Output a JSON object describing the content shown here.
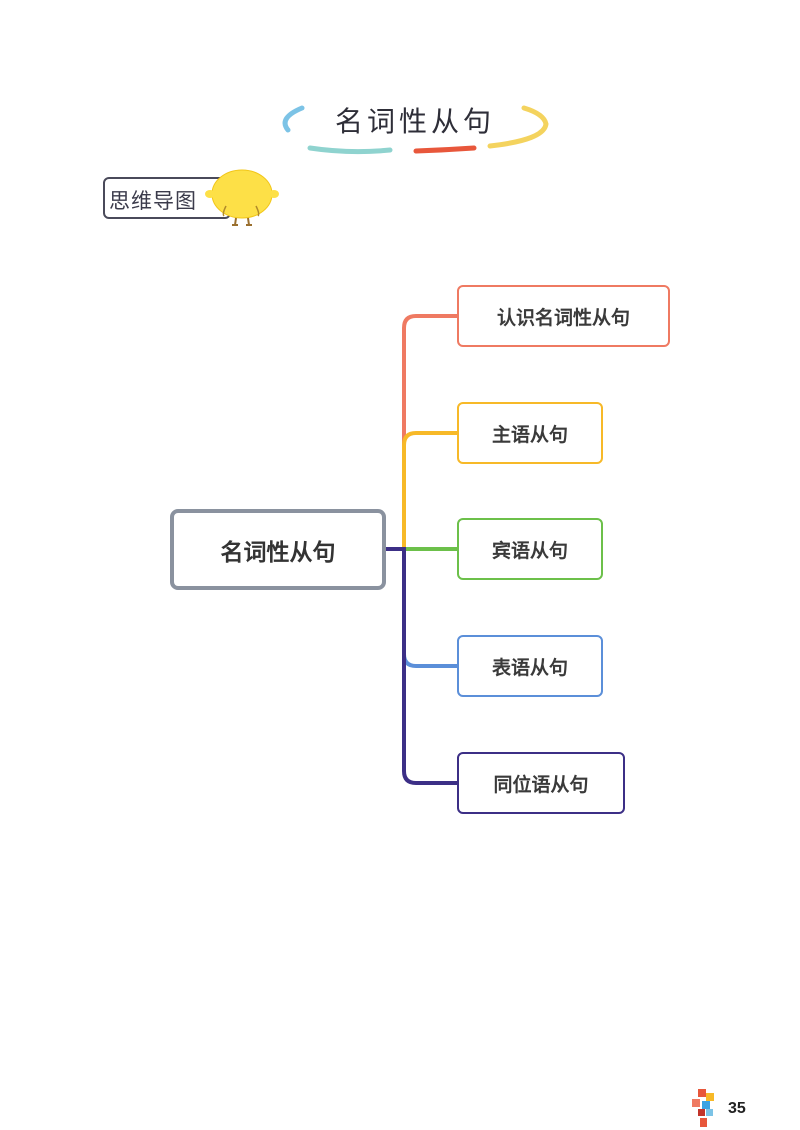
{
  "page": {
    "title": "名词性从句",
    "section_label": "思维导图",
    "page_number": "35"
  },
  "mindmap": {
    "root": {
      "label": "名词性从句",
      "border_color": "#8a929f"
    },
    "branches": [
      {
        "label": "认识名词性从句",
        "color": "#ef7a62"
      },
      {
        "label": "主语从句",
        "color": "#f7b928"
      },
      {
        "label": "宾语从句",
        "color": "#6cc04a"
      },
      {
        "label": "表语从句",
        "color": "#5b8fd9"
      },
      {
        "label": "同位语从句",
        "color": "#3c2f86"
      }
    ]
  },
  "decoration": {
    "title_arc_colors": [
      "#7cc3e6",
      "#8fd3cf",
      "#e8573b",
      "#f4d35e"
    ],
    "mascot": "lemon-mascot-icon",
    "logo": "publisher-logo-icon"
  }
}
